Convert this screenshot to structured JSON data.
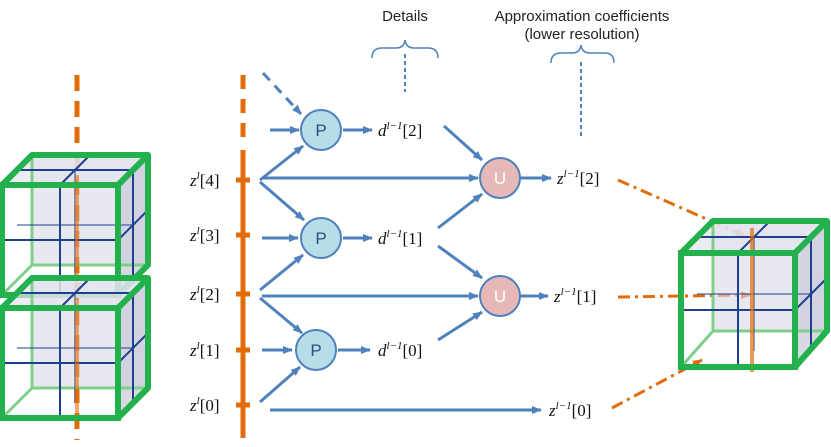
{
  "captions": {
    "details": "Details",
    "approx_line1": "Approximation coefficients",
    "approx_line2": "(lower resolution)"
  },
  "nodes": {
    "predict_label": "P",
    "update_label": "U"
  },
  "inputs": [
    {
      "sym": "z",
      "sup": "l",
      "idx": "[4]"
    },
    {
      "sym": "z",
      "sup": "l",
      "idx": "[3]"
    },
    {
      "sym": "z",
      "sup": "l",
      "idx": "[2]"
    },
    {
      "sym": "z",
      "sup": "l",
      "idx": "[1]"
    },
    {
      "sym": "z",
      "sup": "l",
      "idx": "[0]"
    }
  ],
  "details": [
    {
      "sym": "d",
      "sup": "l−1",
      "idx": "[2]"
    },
    {
      "sym": "d",
      "sup": "l−1",
      "idx": "[1]"
    },
    {
      "sym": "d",
      "sup": "l−1",
      "idx": "[0]"
    }
  ],
  "outputs": [
    {
      "sym": "z",
      "sup": "l−1",
      "idx": "[2]"
    },
    {
      "sym": "z",
      "sup": "l−1",
      "idx": "[1]"
    },
    {
      "sym": "z",
      "sup": "l−1",
      "idx": "[0]"
    }
  ],
  "colors": {
    "arrow": "#4f81bd",
    "orange": "#e36c0a",
    "predict_fill": "#b7dde8",
    "update_fill": "#e6b9b8",
    "cube_edge": "#33b34a",
    "grid": "#1f3f8f"
  }
}
